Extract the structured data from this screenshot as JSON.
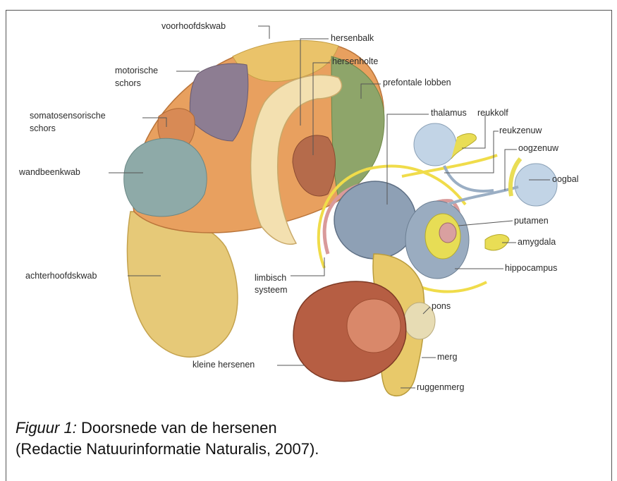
{
  "labels": {
    "voorhoofdskwab": "voorhoofdskwab",
    "motorische_1": "motorische",
    "motorische_2": "schors",
    "somato_1": "somatosensorische",
    "somato_2": "schors",
    "wandbeenkwab": "wandbeenkwab",
    "achterhoofdskwab": "achterhoofdskwab",
    "hersenbalk": "hersenbalk",
    "hersenholte": "hersenholte",
    "prefontale": "prefontale lobben",
    "thalamus": "thalamus",
    "reukkolf": "reukkolf",
    "reukzenuw": "reukzenuw",
    "oogzenuw": "oogzenuw",
    "oogbal": "oogbal",
    "putamen": "putamen",
    "amygdala": "amygdala",
    "hippocampus": "hippocampus",
    "limbisch_1": "limbisch",
    "limbisch_2": "systeem",
    "pons": "pons",
    "merg": "merg",
    "ruggenmerg": "ruggenmerg",
    "kleine_hersenen": "kleine hersenen"
  },
  "caption": {
    "prefix": "Figuur 1:",
    "line1": " Doorsnede van de hersenen",
    "line2": "(Redactie Natuurinformatie Naturalis, 2007)."
  }
}
